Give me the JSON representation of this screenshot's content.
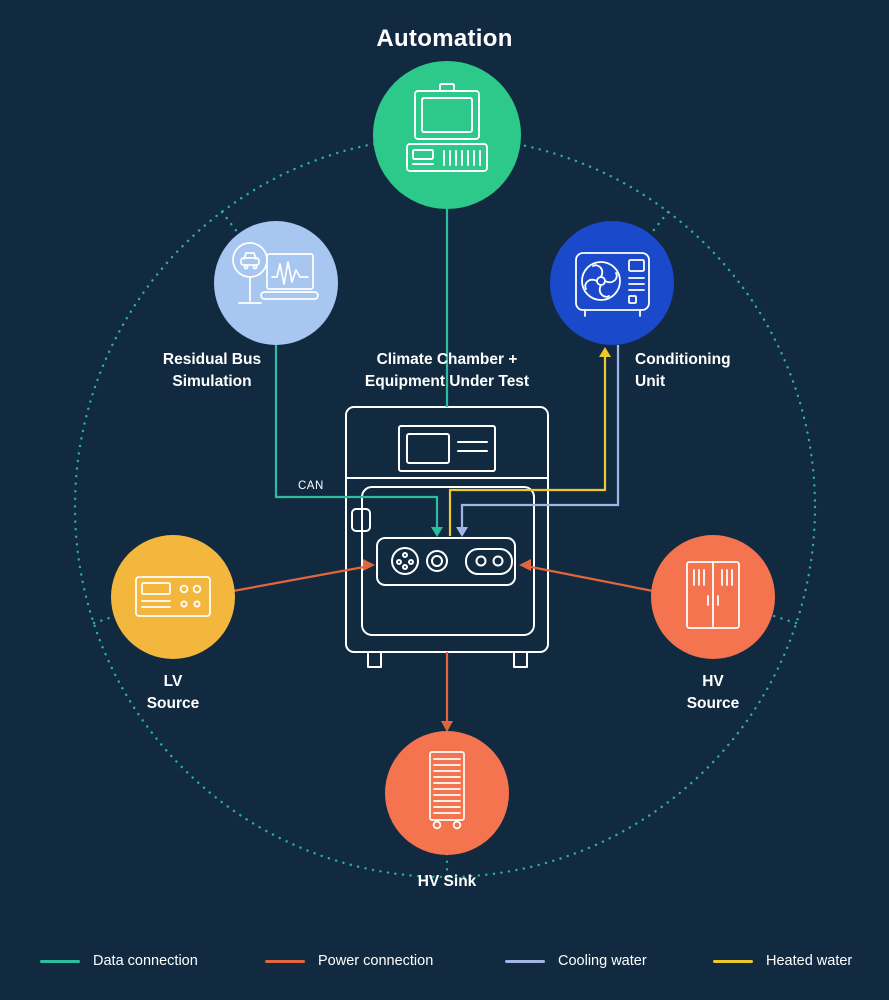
{
  "nodes": {
    "automation": {
      "label": "Automation",
      "icon": "computer-icon"
    },
    "residual_bus": {
      "line1": "Residual Bus",
      "line2": "Simulation",
      "icon": "car-laptop-icon"
    },
    "climate_chamber": {
      "line1": "Climate Chamber +",
      "line2": "Equipment Under Test",
      "icon": "climate-chamber-icon"
    },
    "conditioning_unit": {
      "line1": "Conditioning",
      "line2": "Unit",
      "icon": "air-conditioner-icon"
    },
    "lv_source": {
      "line1": "LV",
      "line2": "Source",
      "icon": "power-supply-icon"
    },
    "hv_source": {
      "line1": "HV",
      "line2": "Source",
      "icon": "cabinet-icon"
    },
    "hv_sink": {
      "label": "HV Sink",
      "icon": "server-rack-icon"
    }
  },
  "labels": {
    "can_bus": "CAN"
  },
  "legend": [
    {
      "label": "Data connection",
      "color": "#2dbd9d"
    },
    {
      "label": "Power connection",
      "color": "#e2663d"
    },
    {
      "label": "Cooling water",
      "color": "#a3b4e6"
    },
    {
      "label": "Heated water",
      "color": "#ecc72e"
    }
  ],
  "colors": {
    "background": "#122a40",
    "text": "#ffffff",
    "line_art": "#ffffff",
    "ring": "#2dbd9d",
    "data_connection": "#2dbd9d",
    "power_connection": "#e2663d",
    "cooling_water": "#a3b4e6",
    "heated_water": "#ecc72e",
    "node_automation": "#2cc98b",
    "node_residual_bus": "#a7c6f0",
    "node_conditioning": "#1b49cb",
    "node_lv_source": "#f4b73d",
    "node_hv_source": "#f3744e",
    "node_hv_sink": "#f3744e"
  }
}
